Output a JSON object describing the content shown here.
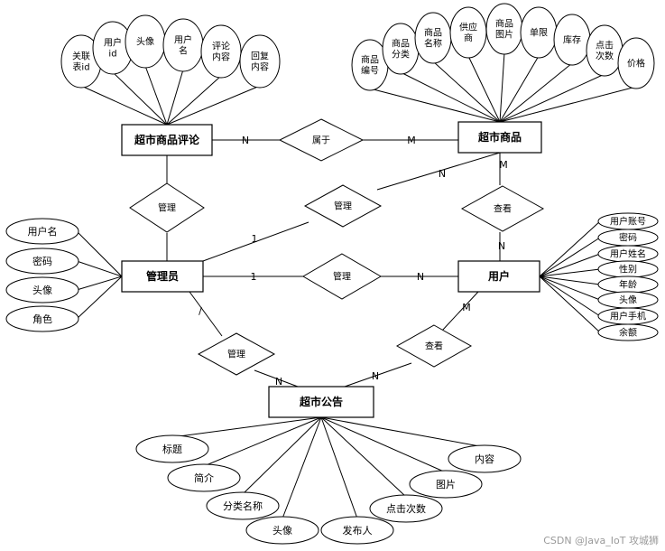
{
  "entities": {
    "review": "超市商品评论",
    "goods": "超市商品",
    "admin": "管理员",
    "user": "用户",
    "notice": "超市公告"
  },
  "relationships": {
    "belongs": "属于",
    "manage_review": "管理",
    "manage_goods": "管理",
    "view_goods": "查看",
    "manage_user": "管理",
    "manage_notice": "管理",
    "view_notice": "查看"
  },
  "cardinalities": {
    "review_belongs": "N",
    "belongs_goods": "M",
    "admin_goods": "1",
    "goods_admin": "N",
    "goods_user": "M",
    "user_goods": "N",
    "admin_user": "1",
    "user_admin": "N",
    "admin_notice": "/",
    "notice_admin": "N",
    "user_notice": "M",
    "notice_user": "N"
  },
  "review_attributes": [
    [
      "关联",
      "表id"
    ],
    [
      "用户",
      "id"
    ],
    [
      "头像"
    ],
    [
      "用户",
      "名"
    ],
    [
      "评论",
      "内容"
    ],
    [
      "回复",
      "内容"
    ]
  ],
  "goods_attributes": [
    [
      "商品",
      "编号"
    ],
    [
      "商品",
      "分类"
    ],
    [
      "商品",
      "名称"
    ],
    [
      "供应",
      "商"
    ],
    [
      "商品",
      "图片"
    ],
    [
      "单限"
    ],
    [
      "库存"
    ],
    [
      "点击",
      "次数"
    ],
    [
      "价格"
    ]
  ],
  "admin_attributes": [
    "用户名",
    "密码",
    "头像",
    "角色"
  ],
  "user_attributes": [
    "用户账号",
    "密码",
    "用户姓名",
    "性别",
    "年龄",
    "头像",
    "用户手机",
    "余额"
  ],
  "notice_attributes": [
    "标题",
    "简介",
    "分类名称",
    "头像",
    "发布人",
    "点击次数",
    "图片",
    "内容"
  ],
  "watermark": "CSDN @Java_IoT 攻城狮"
}
